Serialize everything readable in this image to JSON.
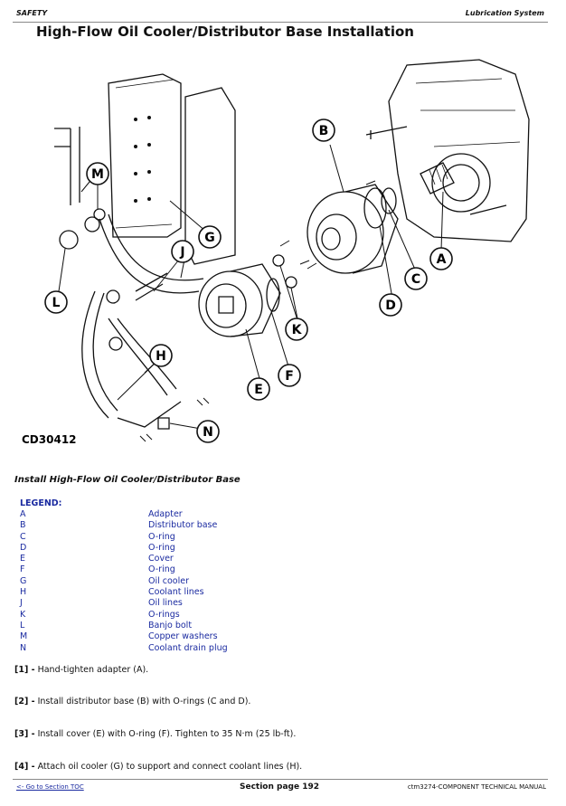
{
  "header": {
    "left": "SAFETY",
    "right": "Lubrication System"
  },
  "title": "High-Flow Oil Cooler/Distributor Base Installation",
  "figure": {
    "id": "CD30412",
    "callouts": [
      "A",
      "B",
      "C",
      "D",
      "E",
      "F",
      "G",
      "H",
      "J",
      "K",
      "L",
      "M",
      "N"
    ]
  },
  "caption": "Install High-Flow Oil Cooler/Distributor Base",
  "legend": {
    "title": "LEGEND:",
    "items": [
      {
        "key": "A",
        "label": "Adapter"
      },
      {
        "key": "B",
        "label": "Distributor base"
      },
      {
        "key": "C",
        "label": "O-ring"
      },
      {
        "key": "D",
        "label": "O-ring"
      },
      {
        "key": "E",
        "label": "Cover"
      },
      {
        "key": "F",
        "label": "O-ring"
      },
      {
        "key": "G",
        "label": "Oil cooler"
      },
      {
        "key": "H",
        "label": "Coolant lines"
      },
      {
        "key": "J",
        "label": "Oil lines"
      },
      {
        "key": "K",
        "label": "O-rings"
      },
      {
        "key": "L",
        "label": "Banjo bolt"
      },
      {
        "key": "M",
        "label": "Copper washers"
      },
      {
        "key": "N",
        "label": "Coolant drain plug"
      }
    ]
  },
  "steps": [
    {
      "num": "[1] -",
      "text": "Hand-tighten adapter (A)."
    },
    {
      "num": "[2] -",
      "text": "Install distributor base (B) with O-rings (C and D)."
    },
    {
      "num": "[3] -",
      "text": "Install cover (E) with O-ring (F). Tighten to 35 N·m (25 lb-ft)."
    },
    {
      "num": "[4] -",
      "text": "Attach oil cooler (G) to support and connect coolant lines (H)."
    }
  ],
  "footer": {
    "left": "<- Go to Section TOC",
    "center": "Section page 192",
    "right": "ctm3274-COMPONENT TECHNICAL MANUAL"
  }
}
